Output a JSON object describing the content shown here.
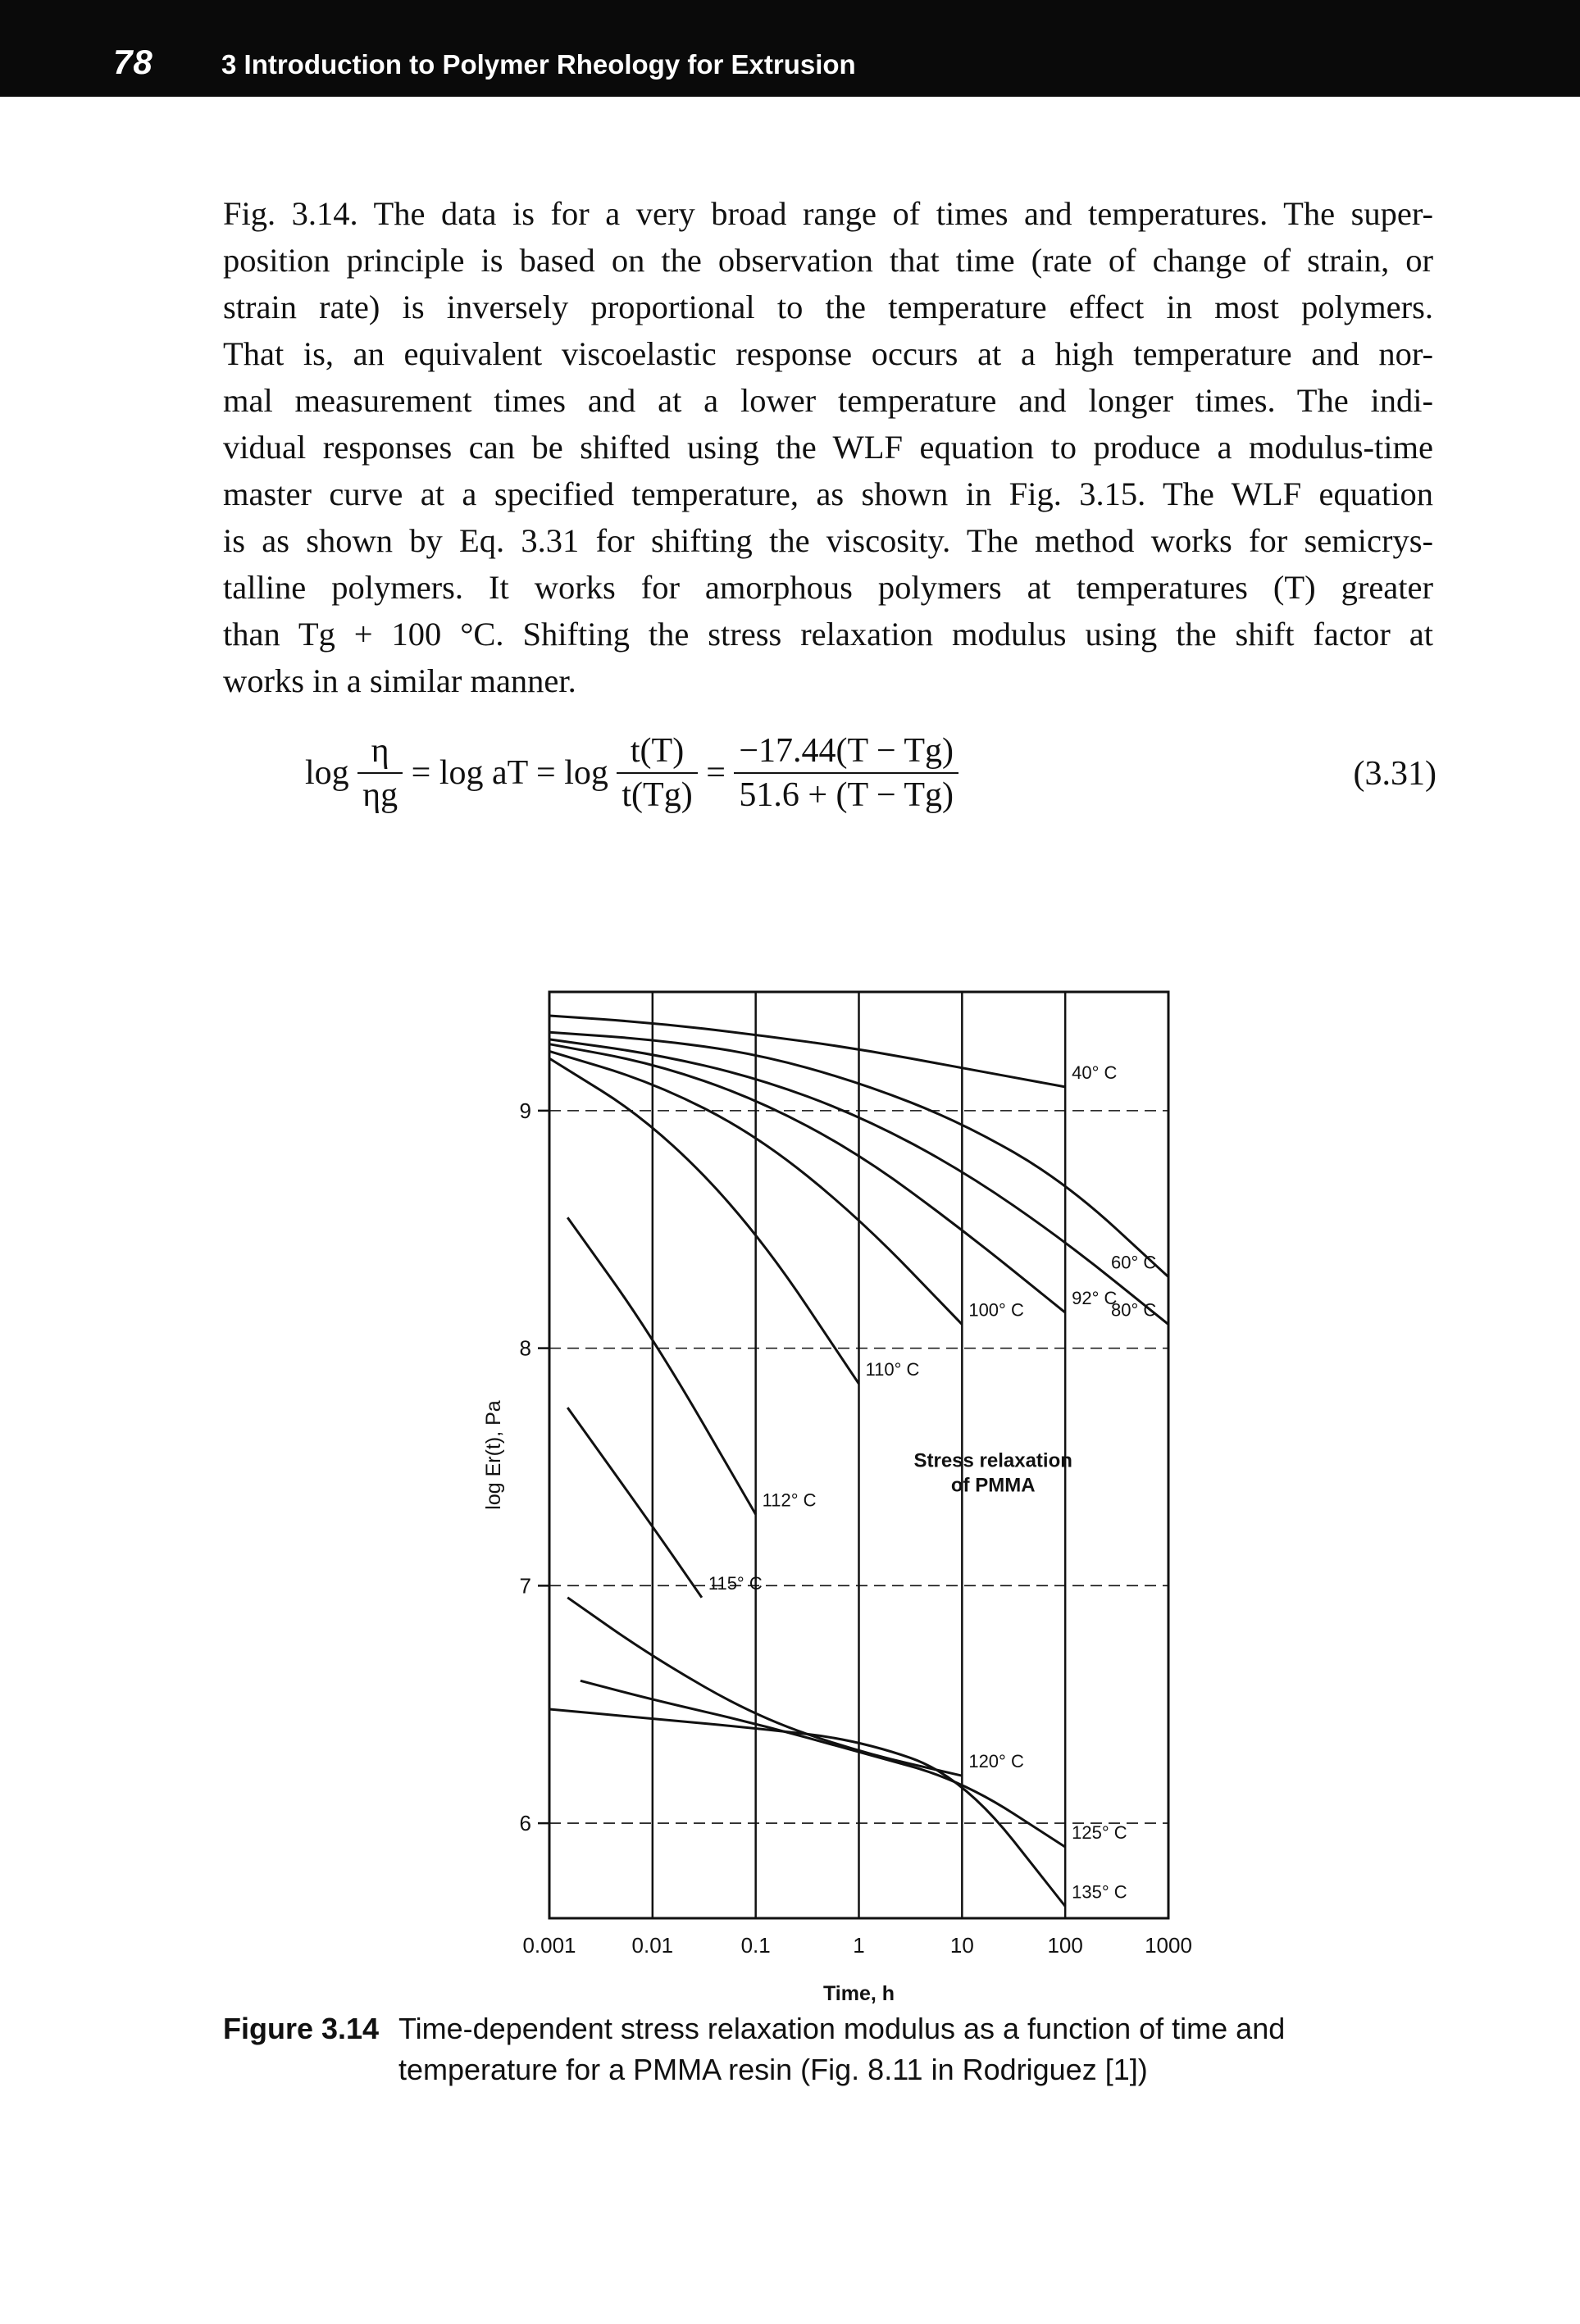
{
  "header": {
    "page_number": "78",
    "chapter_title": "3 Introduction to Polymer Rheology for Extrusion"
  },
  "body_lines": [
    "Fig. 3.14. The data is for a very broad range of times and temperatures. The super-",
    "position principle is based on the observation that time (rate of change of strain, or",
    "strain rate) is inversely proportional to the temperature effect in most polymers.",
    "That is, an equivalent viscoelastic response occurs at a high temperature and nor-",
    "mal measurement times and at a lower temperature and longer times. The indi-",
    "vidual responses can be shifted using the WLF equation to produce a modulus-time",
    "master curve at a specified temperature, as shown in Fig. 3.15. The WLF equation",
    "is as shown by Eq. 3.31 for shifting the viscosity. The method works for semicrys-",
    "talline polymers. It works for amorphous polymers at temperatures (T) greater",
    "than Tg + 100 °C. Shifting the stress relaxation modulus using the shift factor at",
    "works in a similar manner."
  ],
  "equation": {
    "number": "(3.31)",
    "log1": "log",
    "eta_num": "η",
    "eta_den": "ηg",
    "eq1": "= log aT = log",
    "t_num": "t(T)",
    "t_den": "t(Tg)",
    "eq2": "=",
    "wlf_num": "−17.44(T − Tg)",
    "wlf_den": "51.6 + (T − Tg)"
  },
  "chart_data": {
    "type": "line",
    "title": "",
    "xlabel": "Time, h",
    "ylabel": "log Er(t), Pa",
    "x_scale": "log",
    "xlim": [
      0.001,
      1000
    ],
    "ylim": [
      5.6,
      9.5
    ],
    "x_tick_labels": [
      "0.001",
      "0.01",
      "0.1",
      "1",
      "10",
      "100",
      "1000"
    ],
    "x_ticks": [
      0.001,
      0.01,
      0.1,
      1,
      10,
      100,
      1000
    ],
    "y_tick_labels": [
      "6",
      "7",
      "8",
      "9"
    ],
    "y_ticks": [
      6,
      7,
      8,
      9
    ],
    "grid": true,
    "annotation": [
      "Stress relaxation",
      "of PMMA"
    ],
    "series": [
      {
        "name": "40° C",
        "x": [
          0.001,
          0.01,
          0.1,
          1,
          10,
          100
        ],
        "y": [
          9.4,
          9.37,
          9.32,
          9.26,
          9.18,
          9.1
        ]
      },
      {
        "name": "60° C",
        "x": [
          0.001,
          0.01,
          0.1,
          1,
          10,
          100,
          1000
        ],
        "y": [
          9.33,
          9.3,
          9.24,
          9.12,
          8.95,
          8.7,
          8.3
        ]
      },
      {
        "name": "80° C",
        "x": [
          0.001,
          0.01,
          0.1,
          1,
          10,
          100,
          1000
        ],
        "y": [
          9.3,
          9.24,
          9.14,
          8.98,
          8.75,
          8.45,
          8.1
        ]
      },
      {
        "name": "92° C",
        "x": [
          0.001,
          0.01,
          0.1,
          1,
          10,
          100
        ],
        "y": [
          9.28,
          9.2,
          9.05,
          8.82,
          8.5,
          8.15
        ]
      },
      {
        "name": "100° C",
        "x": [
          0.001,
          0.01,
          0.1,
          1,
          10
        ],
        "y": [
          9.25,
          9.12,
          8.9,
          8.55,
          8.1
        ]
      },
      {
        "name": "110° C",
        "x": [
          0.001,
          0.01,
          0.1,
          1
        ],
        "y": [
          9.22,
          8.95,
          8.5,
          7.85
        ]
      },
      {
        "name": "112° C",
        "x": [
          0.0015,
          0.01,
          0.1
        ],
        "y": [
          8.55,
          8.05,
          7.3
        ]
      },
      {
        "name": "115° C",
        "x": [
          0.0015,
          0.01,
          0.03
        ],
        "y": [
          7.75,
          7.25,
          6.95
        ]
      },
      {
        "name": "120° C",
        "x": [
          0.0015,
          0.01,
          0.1,
          1,
          10
        ],
        "y": [
          6.95,
          6.7,
          6.45,
          6.3,
          6.2
        ]
      },
      {
        "name": "125° C",
        "x": [
          0.002,
          0.01,
          0.1,
          1,
          10,
          100
        ],
        "y": [
          6.6,
          6.52,
          6.42,
          6.3,
          6.18,
          5.9
        ]
      },
      {
        "name": "135° C",
        "x": [
          0.001,
          0.01,
          0.1,
          1,
          10,
          100
        ],
        "y": [
          6.48,
          6.44,
          6.4,
          6.35,
          6.2,
          5.65
        ]
      }
    ]
  },
  "caption": {
    "label": "Figure 3.14",
    "text": "Time-dependent stress relaxation modulus as a function of time and temperature for a PMMA resin (Fig. 8.11 in Rodriguez [1])"
  },
  "colors": {
    "header_bg": "#0a0a0a",
    "text": "#111111"
  }
}
